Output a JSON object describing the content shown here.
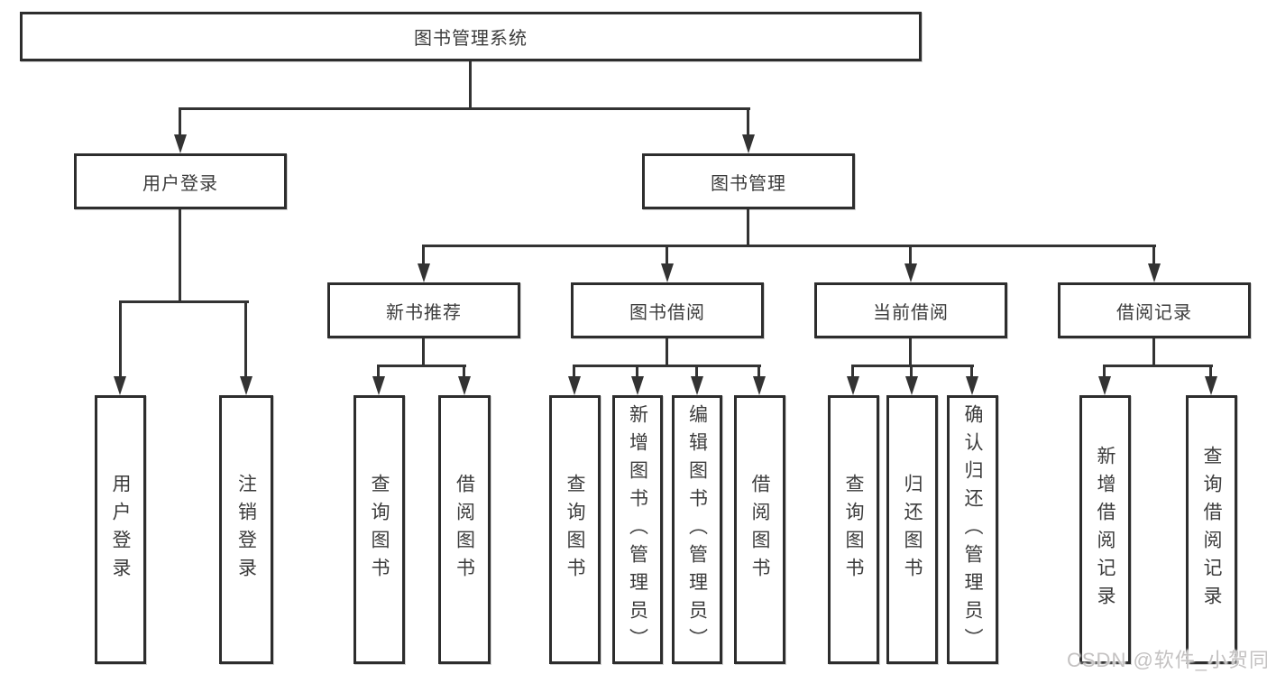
{
  "tree": {
    "label": "图书管理系统",
    "children": [
      {
        "label": "用户登录",
        "children": [
          {
            "label": "用户登录"
          },
          {
            "label": "注销登录"
          }
        ]
      },
      {
        "label": "图书管理",
        "children": [
          {
            "label": "新书推荐",
            "children": [
              {
                "label": "查询图书"
              },
              {
                "label": "借阅图书"
              }
            ]
          },
          {
            "label": "图书借阅",
            "children": [
              {
                "label": "查询图书"
              },
              {
                "label": "新增图书（管理员）"
              },
              {
                "label": "编辑图书（管理员）"
              },
              {
                "label": "借阅图书"
              }
            ]
          },
          {
            "label": "当前借阅",
            "children": [
              {
                "label": "查询图书"
              },
              {
                "label": "归还图书"
              },
              {
                "label": "确认归还（管理员）"
              }
            ]
          },
          {
            "label": "借阅记录",
            "children": [
              {
                "label": "新增借阅记录"
              },
              {
                "label": "查询借阅记录"
              }
            ]
          }
        ]
      }
    ]
  },
  "watermark": {
    "text": "CSDN @软件_小贺同学"
  },
  "colors": {
    "background": "#ffffff",
    "line": "#333333",
    "box_border": "#2d2d2d",
    "text": "#3c3c3c",
    "watermark": "#c4c2c2"
  }
}
